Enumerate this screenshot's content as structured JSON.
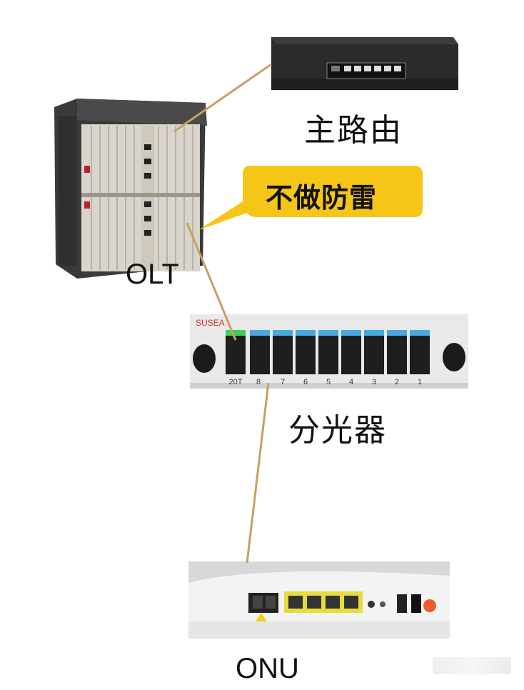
{
  "labels": {
    "router": "主路由",
    "callout": "不做防雷",
    "olt": "OLT",
    "splitter": "分光器",
    "onu": "ONU"
  },
  "splitter": {
    "brand": "SUSEA",
    "port_numbers": [
      "20T",
      "8",
      "7",
      "6",
      "5",
      "4",
      "3",
      "2",
      "1"
    ]
  },
  "colors": {
    "cable": "#c8a060",
    "callout_fill": "#f5c518",
    "olt_body": "#3a3a3a",
    "onu_ports": "#e6dc3c"
  }
}
